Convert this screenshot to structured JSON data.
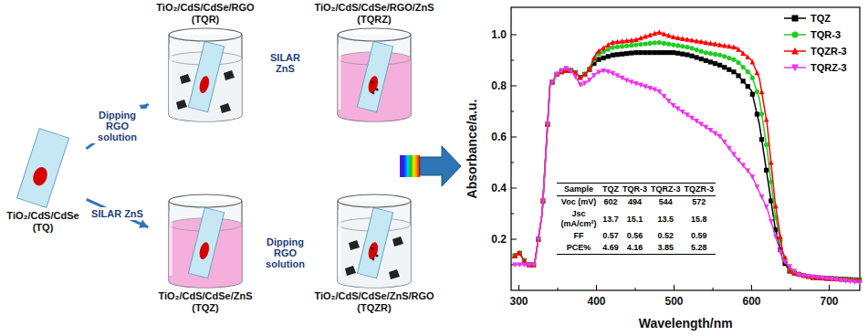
{
  "diagram": {
    "nodes": [
      {
        "text": [
          "TiO₂/CdS/CdSe (TQ)"
        ]
      },
      {
        "text": [
          "TiO₂/CdS/CdSe/RGO (TQR)"
        ]
      },
      {
        "text": [
          "TiO₂/CdS/CdSe/RGO/ZnS (TQRZ)"
        ]
      },
      {
        "text": [
          "TiO₂/CdS/CdSe/ZnS (TQZ)"
        ]
      },
      {
        "text": [
          "TiO₂/CdS/CdSe/ZnS/RGO (TQZR)"
        ]
      }
    ],
    "edges": [
      {
        "from": 0,
        "to": 1,
        "arrow": "to",
        "label": "Dipping RGO solution"
      },
      {
        "from": 1,
        "to": 2,
        "arrow": "to",
        "label": "SILAR ZnS"
      },
      {
        "from": 0,
        "to": 3,
        "arrow": "to",
        "label": "SILAR ZnS"
      },
      {
        "from": 3,
        "to": 4,
        "arrow": "to",
        "label": "Dipping RGO solution"
      }
    ],
    "labels": [
      "Absorbance/a.u.",
      "Wavelength/nm",
      "0.2",
      "0.4",
      "0.6",
      "0.8",
      "1.0",
      "300",
      "400",
      "500",
      "600",
      "700",
      "Sample",
      "TQZ",
      "TQR-3",
      "TQRZ-3",
      "TQZR-3",
      "Voc (mV)",
      "602",
      "494",
      "544",
      "572",
      "Jsc (mA/cm²)",
      "13.7",
      "15.1",
      "13.5",
      "15.8",
      "FF",
      "0.57",
      "0.56",
      "0.52",
      "0.59",
      "PCE%",
      "4.69",
      "4.16",
      "3.85",
      "5.28"
    ],
    "legend": [
      {
        "text": "TQZ"
      },
      {
        "text": "TQR-3"
      },
      {
        "text": "TQZR-3"
      },
      {
        "text": "TQRZ-3"
      }
    ]
  }
}
